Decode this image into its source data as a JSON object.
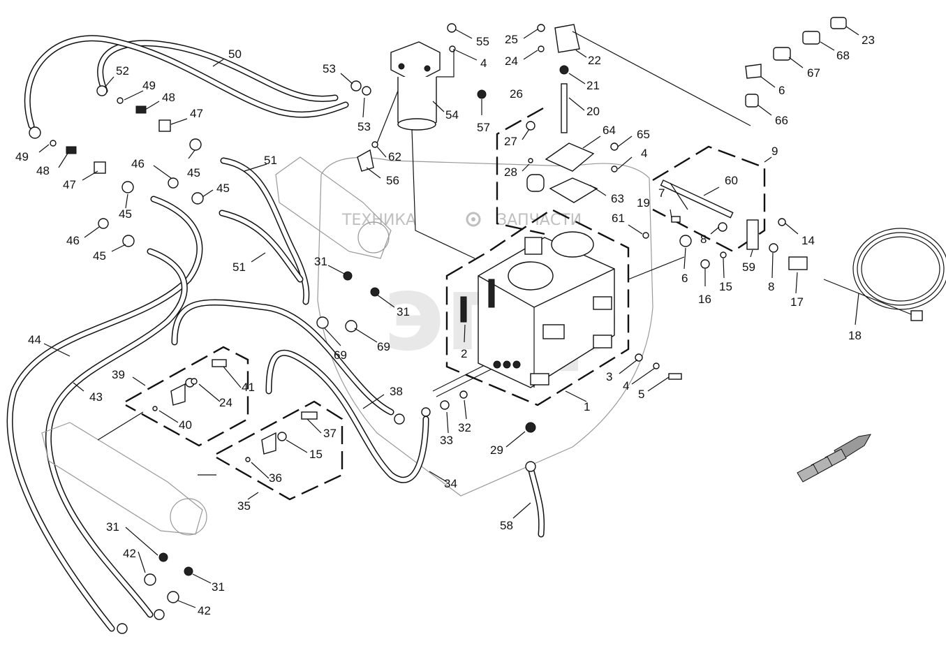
{
  "watermark": {
    "left_text": "ТЕХНИКА",
    "right_text": "ЗАПЧАСТИ",
    "big_text": "эпф",
    "gear_icon": "gear-icon"
  },
  "callouts": [
    {
      "id": "c50",
      "text": "50"
    },
    {
      "id": "c52",
      "text": "52"
    },
    {
      "id": "c49a",
      "text": "49"
    },
    {
      "id": "c48a",
      "text": "48"
    },
    {
      "id": "c47a",
      "text": "47"
    },
    {
      "id": "c49b",
      "text": "49"
    },
    {
      "id": "c48b",
      "text": "48"
    },
    {
      "id": "c47b",
      "text": "47"
    },
    {
      "id": "c46a",
      "text": "46"
    },
    {
      "id": "c45a",
      "text": "45"
    },
    {
      "id": "c45b",
      "text": "45"
    },
    {
      "id": "c45c",
      "text": "45"
    },
    {
      "id": "c46b",
      "text": "46"
    },
    {
      "id": "c45d",
      "text": "45"
    },
    {
      "id": "c51a",
      "text": "51"
    },
    {
      "id": "c51b",
      "text": "51"
    },
    {
      "id": "c53a",
      "text": "53"
    },
    {
      "id": "c53b",
      "text": "53"
    },
    {
      "id": "c54",
      "text": "54"
    },
    {
      "id": "c55",
      "text": "55"
    },
    {
      "id": "c4a",
      "text": "4"
    },
    {
      "id": "c57",
      "text": "57"
    },
    {
      "id": "c62",
      "text": "62"
    },
    {
      "id": "c56",
      "text": "56"
    },
    {
      "id": "c25",
      "text": "25"
    },
    {
      "id": "c24a",
      "text": "24"
    },
    {
      "id": "c22",
      "text": "22"
    },
    {
      "id": "c21",
      "text": "21"
    },
    {
      "id": "c20",
      "text": "20"
    },
    {
      "id": "c26",
      "text": "26"
    },
    {
      "id": "c27",
      "text": "27"
    },
    {
      "id": "c28",
      "text": "28"
    },
    {
      "id": "c64",
      "text": "64"
    },
    {
      "id": "c65",
      "text": "65"
    },
    {
      "id": "c4b",
      "text": "4"
    },
    {
      "id": "c63",
      "text": "63"
    },
    {
      "id": "c23",
      "text": "23"
    },
    {
      "id": "c68",
      "text": "68"
    },
    {
      "id": "c67",
      "text": "67"
    },
    {
      "id": "c6a",
      "text": "6"
    },
    {
      "id": "c66",
      "text": "66"
    },
    {
      "id": "c9",
      "text": "9"
    },
    {
      "id": "c60",
      "text": "60"
    },
    {
      "id": "c7",
      "text": "7"
    },
    {
      "id": "c19",
      "text": "19"
    },
    {
      "id": "c61",
      "text": "61"
    },
    {
      "id": "c8a",
      "text": "8"
    },
    {
      "id": "c14",
      "text": "14"
    },
    {
      "id": "c59",
      "text": "59"
    },
    {
      "id": "c6b",
      "text": "6"
    },
    {
      "id": "c16",
      "text": "16"
    },
    {
      "id": "c15a",
      "text": "15"
    },
    {
      "id": "c8b",
      "text": "8"
    },
    {
      "id": "c17",
      "text": "17"
    },
    {
      "id": "c18",
      "text": "18"
    },
    {
      "id": "c31a",
      "text": "31"
    },
    {
      "id": "c31b",
      "text": "31"
    },
    {
      "id": "c69a",
      "text": "69"
    },
    {
      "id": "c69b",
      "text": "69"
    },
    {
      "id": "c2",
      "text": "2"
    },
    {
      "id": "c3",
      "text": "3"
    },
    {
      "id": "c4c",
      "text": "4"
    },
    {
      "id": "c5",
      "text": "5"
    },
    {
      "id": "c1",
      "text": "1"
    },
    {
      "id": "c44",
      "text": "44"
    },
    {
      "id": "c43",
      "text": "43"
    },
    {
      "id": "c39",
      "text": "39"
    },
    {
      "id": "c41",
      "text": "41"
    },
    {
      "id": "c24b",
      "text": "24"
    },
    {
      "id": "c40",
      "text": "40"
    },
    {
      "id": "c38",
      "text": "38"
    },
    {
      "id": "c37",
      "text": "37"
    },
    {
      "id": "c15b",
      "text": "15"
    },
    {
      "id": "c36",
      "text": "36"
    },
    {
      "id": "c35",
      "text": "35"
    },
    {
      "id": "c34",
      "text": "34"
    },
    {
      "id": "c33",
      "text": "33"
    },
    {
      "id": "c32",
      "text": "32"
    },
    {
      "id": "c29",
      "text": "29"
    },
    {
      "id": "c58",
      "text": "58"
    },
    {
      "id": "c31c",
      "text": "31"
    },
    {
      "id": "c42a",
      "text": "42"
    },
    {
      "id": "c31d",
      "text": "31"
    },
    {
      "id": "c42b",
      "text": "42"
    }
  ]
}
